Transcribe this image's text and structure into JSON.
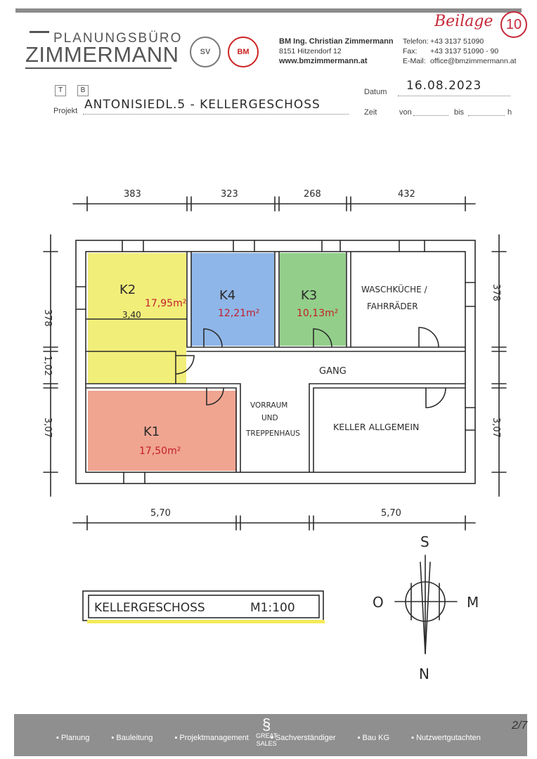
{
  "header": {
    "logo_top": "PLANUNGSBÜRO",
    "logo_main": "ZIMMERMANN",
    "seal1": "SV",
    "seal2": "BM",
    "company_name": "BM Ing. Christian Zimmermann",
    "company_address": "8151 Hitzendorf 12",
    "company_web": "www.bmzimmermann.at",
    "phone_label": "Telefon:",
    "phone": "+43 3137 51090",
    "fax_label": "Fax:",
    "fax": "+43 3137 51090 - 90",
    "email_label": "E-Mail:",
    "email": "office@bmzimmermann.at",
    "beilage_label": "Beilage",
    "beilage_number": "10",
    "tb_t": "T",
    "tb_b": "B",
    "projekt_label": "Projekt",
    "projekt_value": "ANTONISIEDL.5 - KELLERGESCHOSS",
    "datum_label": "Datum",
    "datum_value": "16.08.2023",
    "zeit_label": "Zeit",
    "von_label": "von",
    "bis_label": "bis",
    "h_label": "h"
  },
  "plan": {
    "top_dims": [
      "383",
      "323",
      "268",
      "432"
    ],
    "bottom_dims": [
      "5,70",
      "5,70"
    ],
    "left_dims": [
      "378",
      "1,02",
      "3,07"
    ],
    "right_dims": [
      "378",
      "3,07"
    ],
    "rooms": {
      "k2": {
        "name": "K2",
        "area": "17,95m²",
        "sub": "3,40",
        "color": "#f2ee7a"
      },
      "k4": {
        "name": "K4",
        "area": "12,21m²",
        "color": "#8fb6e8"
      },
      "k3": {
        "name": "K3",
        "area": "10,13m²",
        "color": "#93cf8a"
      },
      "wasch": {
        "line1": "WASCHKÜCHE /",
        "line2": "FAHRRÄDER"
      },
      "gang": {
        "name": "GANG"
      },
      "k1": {
        "name": "K1",
        "area": "17,50m²",
        "color": "#f0a591"
      },
      "vorraum": {
        "line1": "VORRAUM",
        "line2": "UND",
        "line3": "TREPPENHAUS"
      },
      "keller": {
        "name": "KELLER ALLGEMEIN"
      }
    },
    "area_color": "#c21e2c",
    "compass": {
      "top": "S",
      "bottom": "N",
      "left": "O",
      "right": "M"
    },
    "title": "KELLERGESCHOSS",
    "scale": "M1:100"
  },
  "footer": {
    "items": [
      "Planung",
      "Bauleitung",
      "Projektmanagement",
      "Sachverständiger",
      "Bau KG",
      "Nutzwertgutachten"
    ],
    "logo_line1": "GREAT",
    "logo_line2": "SALES",
    "page_mark": "2/7"
  }
}
